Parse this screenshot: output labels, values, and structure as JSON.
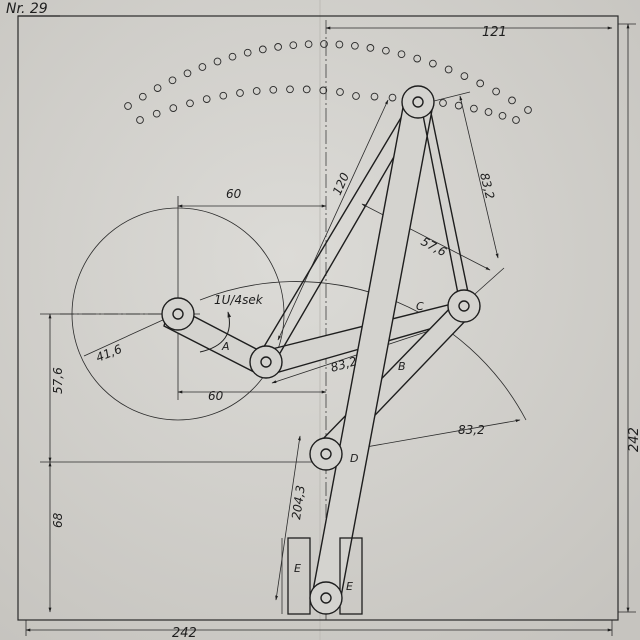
{
  "sheet": {
    "number": "Nr. 29"
  },
  "dimensions": {
    "overall_width": "242",
    "overall_height": "242",
    "top_span": "121",
    "crank_offset_top": "60",
    "crank_offset_bottom": "60",
    "crank_radius": "41,6",
    "rod_length": "120",
    "link_a": "83,2",
    "link_b": "57,6",
    "coupler": "83,2",
    "arc_radius": "83,2",
    "left_upper": "57,6",
    "left_lower": "68",
    "slider_length": "204,3"
  },
  "labels": {
    "speed": "1U/4sek",
    "link_a": "A",
    "link_b": "B",
    "link_c": "C",
    "link_d": "D",
    "guide_left": "E",
    "guide_right": "E"
  },
  "colors": {
    "paper": "#d7d6d2",
    "ink": "#1e1e1e"
  }
}
